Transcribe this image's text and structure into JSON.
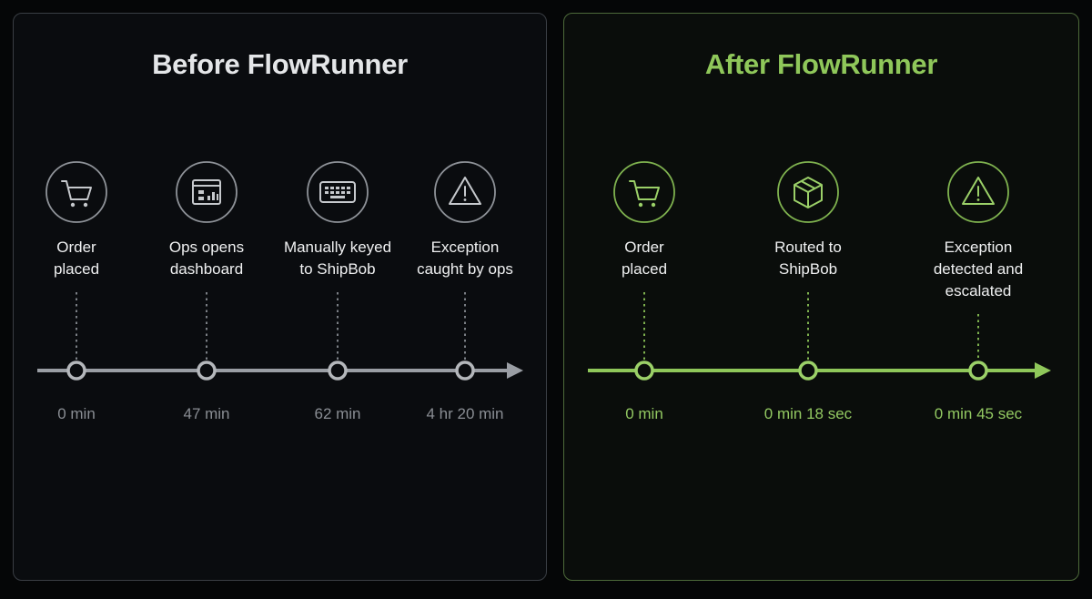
{
  "before": {
    "title": "Before FlowRunner",
    "steps": [
      {
        "icon": "cart-icon",
        "label": "Order\nplaced",
        "time": "0 min"
      },
      {
        "icon": "dashboard-icon",
        "label": "Ops opens\ndashboard",
        "time": "47 min"
      },
      {
        "icon": "keyboard-icon",
        "label": "Manually keyed\nto ShipBob",
        "time": "62 min"
      },
      {
        "icon": "warning-icon",
        "label": "Exception\ncaught by ops",
        "time": "4 hr 20 min"
      }
    ]
  },
  "after": {
    "title": "After FlowRunner",
    "steps": [
      {
        "icon": "cart-icon",
        "label": "Order\nplaced",
        "time": "0 min"
      },
      {
        "icon": "package-icon",
        "label": "Routed to\nShipBob",
        "time": "0 min 18 sec"
      },
      {
        "icon": "warning-icon",
        "label": "Exception\ndetected and\nescalated",
        "time": "0 min 45 sec"
      }
    ]
  },
  "colors": {
    "before_accent": "#9a9ea4",
    "after_accent": "#8fc75a",
    "text": "#f0f1f2"
  }
}
